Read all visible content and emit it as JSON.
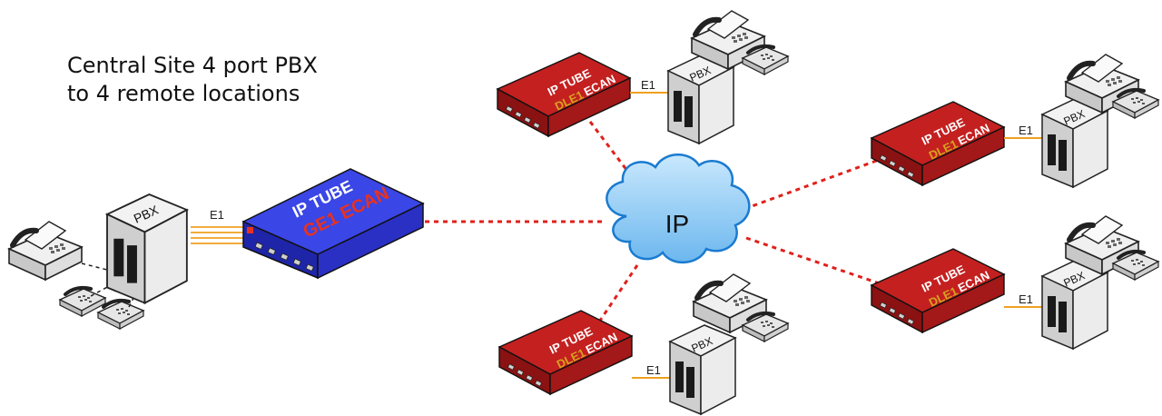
{
  "title": {
    "line1": "Central Site 4 port PBX",
    "line2": "to 4 remote locations"
  },
  "cloud": {
    "label": "IP"
  },
  "central": {
    "device_line1": "IP TUBE",
    "device_line2": "GE1 ECAN",
    "link_label": "E1",
    "pbx_label": "PBX",
    "body_color": "#2b2fcf",
    "accent_color": "#e8321e"
  },
  "remotes": [
    {
      "device_line1": "IP TUBE",
      "device_line2": "DLE1",
      "device_line3": "ECAN",
      "link_label": "E1",
      "pbx_label": "PBX"
    },
    {
      "device_line1": "IP TUBE",
      "device_line2": "DLE1",
      "device_line3": "ECAN",
      "link_label": "E1",
      "pbx_label": "PBX"
    },
    {
      "device_line1": "IP TUBE",
      "device_line2": "DLE1",
      "device_line3": "ECAN",
      "link_label": "E1",
      "pbx_label": "PBX"
    },
    {
      "device_line1": "IP TUBE",
      "device_line2": "DLE1",
      "device_line3": "ECAN",
      "link_label": "E1",
      "pbx_label": "PBX"
    }
  ],
  "colors": {
    "remote_body": "#b01c1c",
    "remote_dle1": "#d7a21e",
    "ip_link": "#e0201a",
    "e1_link": "#f0a020",
    "cloud_fill": "#9ad0f5",
    "cloud_stroke": "#1a7bd0"
  }
}
